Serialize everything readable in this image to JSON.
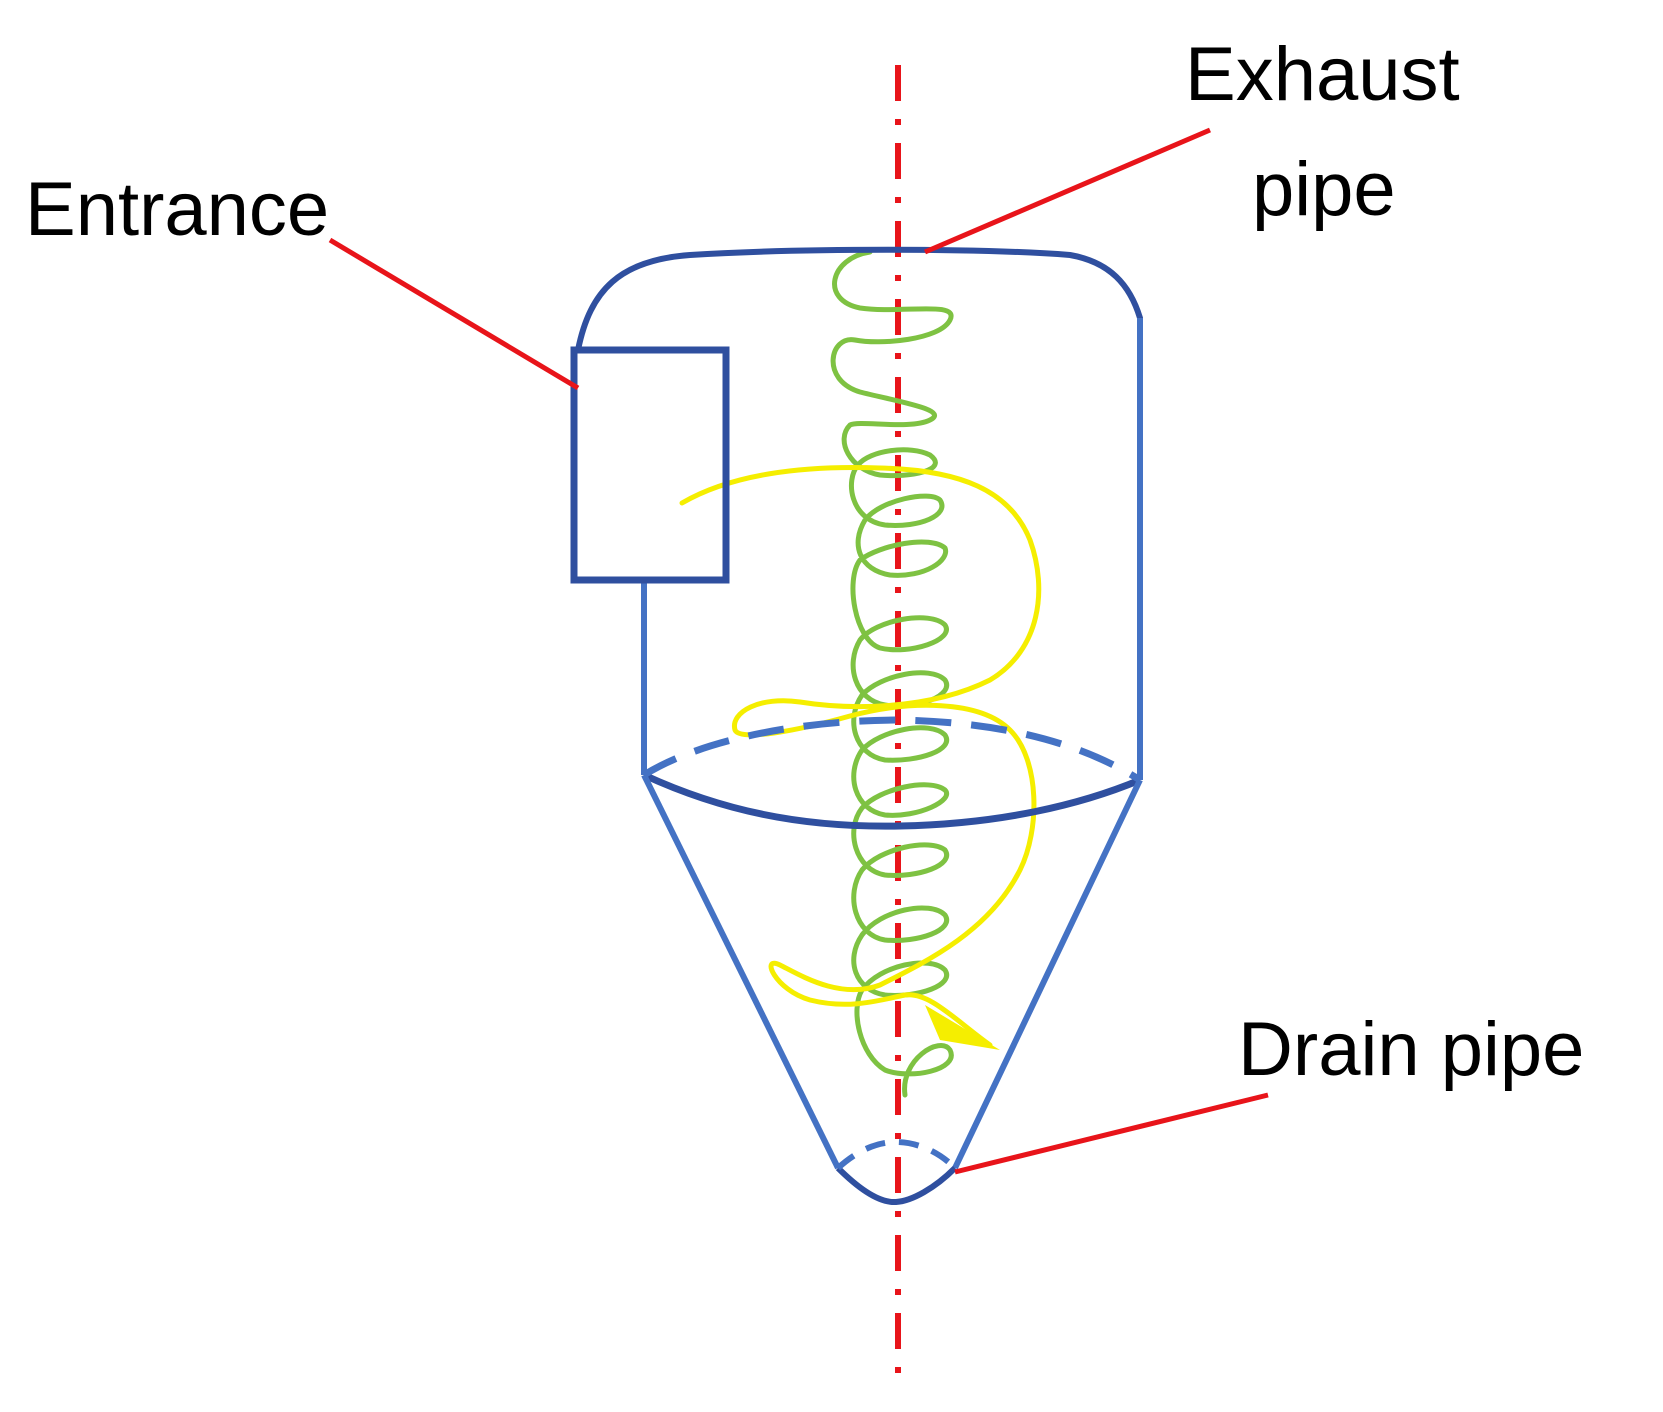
{
  "labels": {
    "entrance": "Entrance",
    "exhaust_line1": "Exhaust",
    "exhaust_line2": "pipe",
    "drain": "Drain pipe"
  },
  "colors": {
    "body_outline": "#4472c4",
    "body_outline_dark": "#2f4f9f",
    "axis": "#e8141a",
    "leader": "#e8141a",
    "inner_vortex": "#7ec242",
    "outer_vortex": "#f5ee00",
    "text": "#000000",
    "background": "#ffffff"
  }
}
